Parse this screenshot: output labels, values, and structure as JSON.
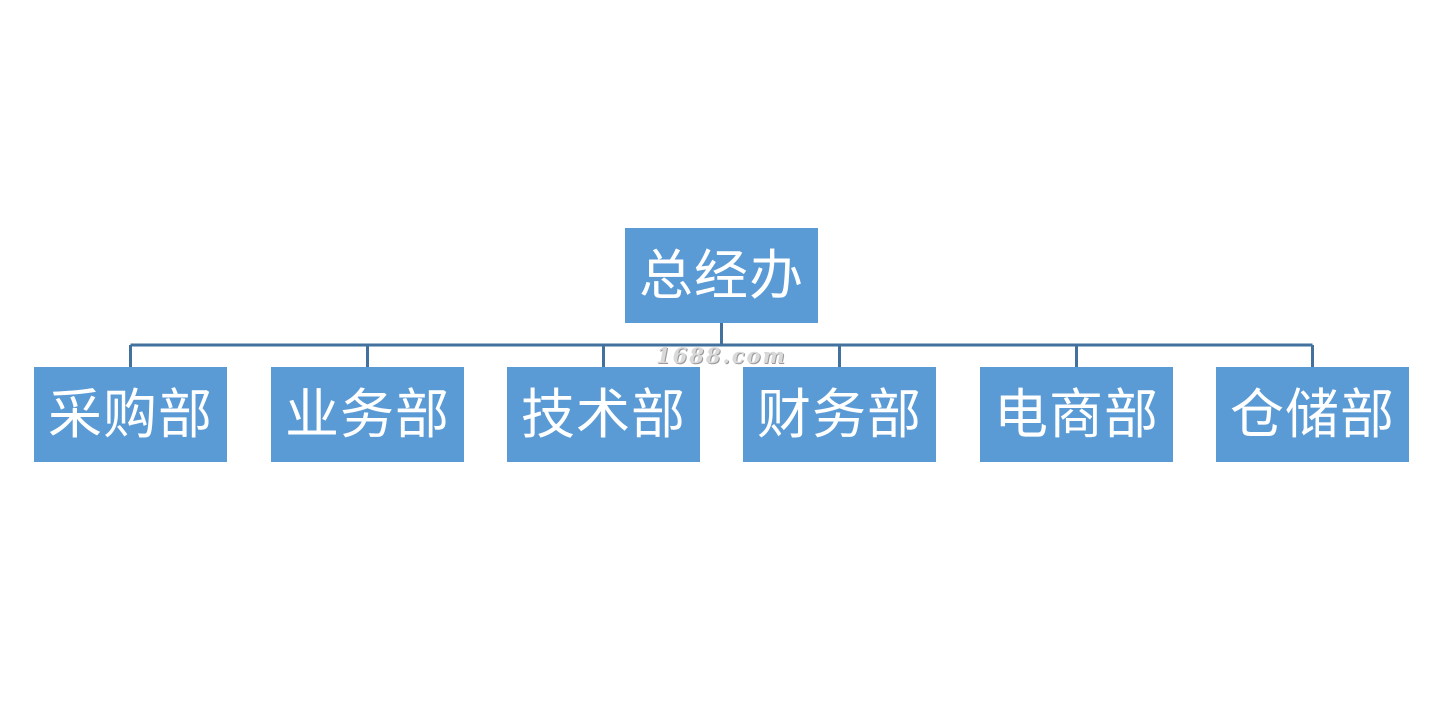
{
  "colors": {
    "node_fill": "#5b9bd5",
    "node_text": "#ffffff",
    "connector": "#41719c",
    "background": "#ffffff"
  },
  "org_chart": {
    "root": {
      "label": "总经办"
    },
    "children": [
      {
        "label": "采购部"
      },
      {
        "label": "业务部"
      },
      {
        "label": "技术部"
      },
      {
        "label": "财务部"
      },
      {
        "label": "电商部"
      },
      {
        "label": "仓储部"
      }
    ]
  },
  "watermark": {
    "text": "1688.com"
  }
}
